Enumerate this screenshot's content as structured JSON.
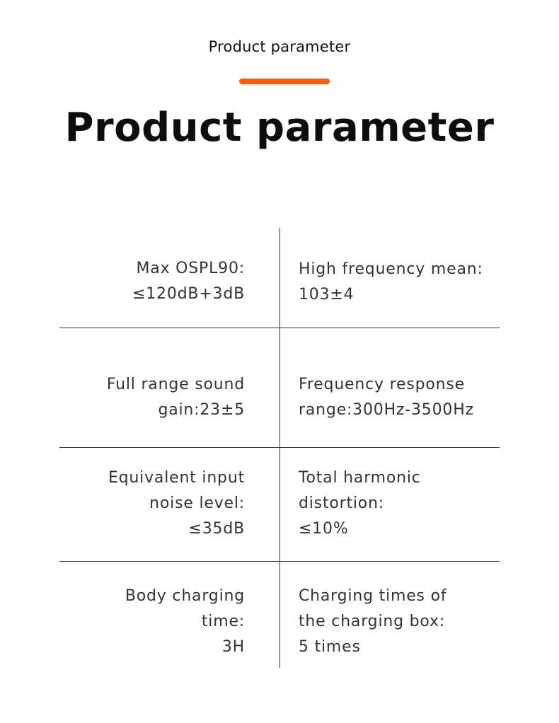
{
  "header": {
    "small_title": "Product parameter",
    "big_title": "Product parameter",
    "accent_color": "#ff5a12"
  },
  "params": {
    "row1": {
      "left": [
        "Max OSPL90:",
        "≤120dB+3dB"
      ],
      "right": [
        "High frequency mean:",
        "103±4"
      ]
    },
    "row2": {
      "left": [
        "Full range sound",
        "gain:23±5"
      ],
      "right": [
        "Frequency response",
        "range:300Hz-3500Hz"
      ]
    },
    "row3": {
      "left": [
        "Equivalent input",
        "noise level:",
        "≤35dB"
      ],
      "right": [
        "Total harmonic",
        "distortion:",
        "≤10%"
      ]
    },
    "row4": {
      "left": [
        "Body charging",
        "time:",
        "3H"
      ],
      "right": [
        "Charging times of",
        "the charging box:",
        "5 times"
      ]
    }
  }
}
